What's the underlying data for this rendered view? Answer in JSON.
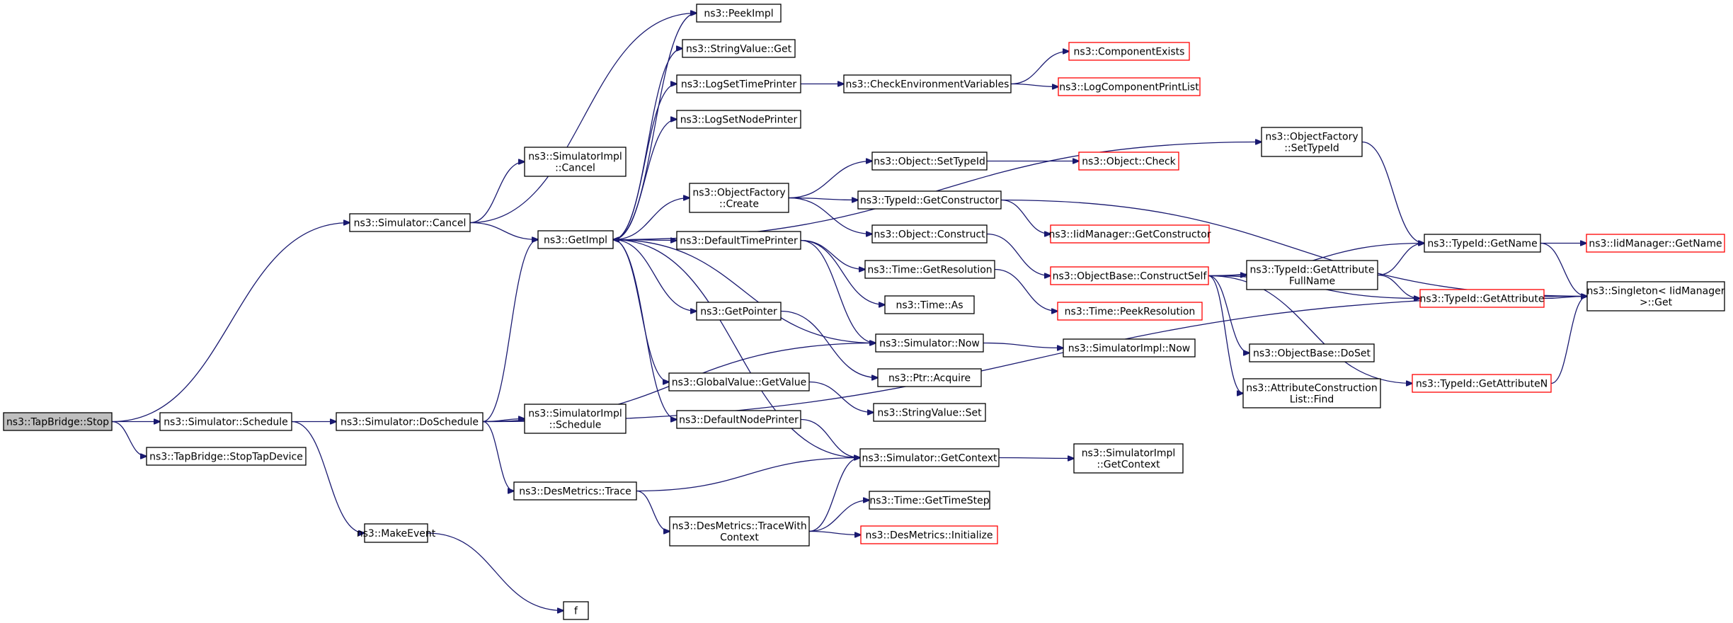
{
  "diagram": {
    "type": "call-graph",
    "edge_color": "#191970",
    "truncated_border_color": "#ff0000",
    "root_fill": "#bfbfbf",
    "nodes": [
      {
        "id": "stop",
        "lines": [
          "ns3::TapBridge::Stop"
        ],
        "style": "root"
      },
      {
        "id": "schedule",
        "lines": [
          "ns3::Simulator::Schedule"
        ],
        "style": "normal"
      },
      {
        "id": "stoptap",
        "lines": [
          "ns3::TapBridge::StopTapDevice"
        ],
        "style": "normal"
      },
      {
        "id": "cancel",
        "lines": [
          "ns3::Simulator::Cancel"
        ],
        "style": "normal"
      },
      {
        "id": "doschedule",
        "lines": [
          "ns3::Simulator::DoSchedule"
        ],
        "style": "normal"
      },
      {
        "id": "makeevent",
        "lines": [
          "ns3::MakeEvent"
        ],
        "style": "normal"
      },
      {
        "id": "f",
        "lines": [
          "f"
        ],
        "style": "normal"
      },
      {
        "id": "simimplcancel",
        "lines": [
          "ns3::SimulatorImpl",
          "::Cancel"
        ],
        "style": "normal"
      },
      {
        "id": "getimpl",
        "lines": [
          "ns3::GetImpl"
        ],
        "style": "normal"
      },
      {
        "id": "simimplschedule",
        "lines": [
          "ns3::SimulatorImpl",
          "::Schedule"
        ],
        "style": "normal"
      },
      {
        "id": "desmetricstrace",
        "lines": [
          "ns3::DesMetrics::Trace"
        ],
        "style": "normal"
      },
      {
        "id": "peekimpl",
        "lines": [
          "ns3::PeekImpl"
        ],
        "style": "normal"
      },
      {
        "id": "stringvalueget",
        "lines": [
          "ns3::StringValue::Get"
        ],
        "style": "normal"
      },
      {
        "id": "logsettime",
        "lines": [
          "ns3::LogSetTimePrinter"
        ],
        "style": "normal"
      },
      {
        "id": "logsetnode",
        "lines": [
          "ns3::LogSetNodePrinter"
        ],
        "style": "normal"
      },
      {
        "id": "objfactcreate",
        "lines": [
          "ns3::ObjectFactory",
          "::Create"
        ],
        "style": "normal"
      },
      {
        "id": "deftimeprinter",
        "lines": [
          "ns3::DefaultTimePrinter"
        ],
        "style": "normal"
      },
      {
        "id": "getpointer",
        "lines": [
          "ns3::GetPointer"
        ],
        "style": "normal"
      },
      {
        "id": "globalvalue",
        "lines": [
          "ns3::GlobalValue::GetValue"
        ],
        "style": "normal"
      },
      {
        "id": "defnodeprinter",
        "lines": [
          "ns3::DefaultNodePrinter"
        ],
        "style": "normal"
      },
      {
        "id": "tracewithcontext",
        "lines": [
          "ns3::DesMetrics::TraceWith",
          "Context"
        ],
        "style": "normal"
      },
      {
        "id": "checkenv",
        "lines": [
          "ns3::CheckEnvironmentVariables"
        ],
        "style": "normal"
      },
      {
        "id": "compexists",
        "lines": [
          "ns3::ComponentExists"
        ],
        "style": "truncated"
      },
      {
        "id": "logcomplist",
        "lines": [
          "ns3::LogComponentPrintList"
        ],
        "style": "truncated"
      },
      {
        "id": "objsettypeid",
        "lines": [
          "ns3::Object::SetTypeId"
        ],
        "style": "normal"
      },
      {
        "id": "objcheck",
        "lines": [
          "ns3::Object::Check"
        ],
        "style": "truncated"
      },
      {
        "id": "typeidgetctor",
        "lines": [
          "ns3::TypeId::GetConstructor"
        ],
        "style": "normal"
      },
      {
        "id": "iidmgrgetctor",
        "lines": [
          "ns3::IidManager::GetConstructor"
        ],
        "style": "truncated"
      },
      {
        "id": "objconstruct",
        "lines": [
          "ns3::Object::Construct"
        ],
        "style": "normal"
      },
      {
        "id": "timegetres",
        "lines": [
          "ns3::Time::GetResolution"
        ],
        "style": "normal"
      },
      {
        "id": "timeas",
        "lines": [
          "ns3::Time::As"
        ],
        "style": "normal"
      },
      {
        "id": "simnow",
        "lines": [
          "ns3::Simulator::Now"
        ],
        "style": "normal"
      },
      {
        "id": "ptracquire",
        "lines": [
          "ns3::Ptr::Acquire"
        ],
        "style": "normal"
      },
      {
        "id": "stringvalueset",
        "lines": [
          "ns3::StringValue::Set"
        ],
        "style": "normal"
      },
      {
        "id": "simgetcontext",
        "lines": [
          "ns3::Simulator::GetContext"
        ],
        "style": "normal"
      },
      {
        "id": "timegetstep",
        "lines": [
          "ns3::Time::GetTimeStep"
        ],
        "style": "normal"
      },
      {
        "id": "desinit",
        "lines": [
          "ns3::DesMetrics::Initialize"
        ],
        "style": "truncated"
      },
      {
        "id": "objfactsettypeid",
        "lines": [
          "ns3::ObjectFactory",
          "::SetTypeId"
        ],
        "style": "normal"
      },
      {
        "id": "objbaseconstruct",
        "lines": [
          "ns3::ObjectBase::ConstructSelf"
        ],
        "style": "truncated"
      },
      {
        "id": "timepeekres",
        "lines": [
          "ns3::Time::PeekResolution"
        ],
        "style": "truncated"
      },
      {
        "id": "simimplnow",
        "lines": [
          "ns3::SimulatorImpl::Now"
        ],
        "style": "normal"
      },
      {
        "id": "simimplgetctx",
        "lines": [
          "ns3::SimulatorImpl",
          "::GetContext"
        ],
        "style": "normal"
      },
      {
        "id": "typeidgetname",
        "lines": [
          "ns3::TypeId::GetName"
        ],
        "style": "normal"
      },
      {
        "id": "typeidgetattrfull",
        "lines": [
          "ns3::TypeId::GetAttribute",
          "FullName"
        ],
        "style": "normal"
      },
      {
        "id": "typeidgetattr",
        "lines": [
          "ns3::TypeId::GetAttribute"
        ],
        "style": "truncated"
      },
      {
        "id": "objbasedoset",
        "lines": [
          "ns3::ObjectBase::DoSet"
        ],
        "style": "normal"
      },
      {
        "id": "attrconstrfind",
        "lines": [
          "ns3::AttributeConstruction",
          "List::Find"
        ],
        "style": "normal"
      },
      {
        "id": "typeidgetattrn",
        "lines": [
          "ns3::TypeId::GetAttributeN"
        ],
        "style": "truncated"
      },
      {
        "id": "iidmgrgetname",
        "lines": [
          "ns3::IidManager::GetName"
        ],
        "style": "truncated"
      },
      {
        "id": "singletonget",
        "lines": [
          "ns3::Singleton< IidManager",
          " >::Get"
        ],
        "style": "normal"
      }
    ],
    "edges": [
      [
        "stop",
        "cancel"
      ],
      [
        "stop",
        "schedule"
      ],
      [
        "stop",
        "stoptap"
      ],
      [
        "schedule",
        "doschedule"
      ],
      [
        "schedule",
        "makeevent"
      ],
      [
        "makeevent",
        "f"
      ],
      [
        "cancel",
        "simimplcancel"
      ],
      [
        "cancel",
        "getimpl"
      ],
      [
        "cancel",
        "peekimpl"
      ],
      [
        "doschedule",
        "getimpl"
      ],
      [
        "doschedule",
        "simimplschedule"
      ],
      [
        "doschedule",
        "desmetricstrace"
      ],
      [
        "doschedule",
        "simnow"
      ],
      [
        "doschedule",
        "singletonget"
      ],
      [
        "desmetricstrace",
        "simgetcontext"
      ],
      [
        "desmetricstrace",
        "tracewithcontext"
      ],
      [
        "tracewithcontext",
        "simgetcontext"
      ],
      [
        "tracewithcontext",
        "timegetstep"
      ],
      [
        "tracewithcontext",
        "desinit"
      ],
      [
        "getimpl",
        "peekimpl"
      ],
      [
        "getimpl",
        "stringvalueget"
      ],
      [
        "getimpl",
        "logsettime"
      ],
      [
        "getimpl",
        "logsetnode"
      ],
      [
        "getimpl",
        "objfactsettypeid"
      ],
      [
        "getimpl",
        "objfactcreate"
      ],
      [
        "getimpl",
        "deftimeprinter"
      ],
      [
        "getimpl",
        "getpointer"
      ],
      [
        "getimpl",
        "globalvalue"
      ],
      [
        "getimpl",
        "defnodeprinter"
      ],
      [
        "simnow",
        "getimpl"
      ],
      [
        "simgetcontext",
        "getimpl"
      ],
      [
        "logsettime",
        "checkenv"
      ],
      [
        "checkenv",
        "compexists"
      ],
      [
        "checkenv",
        "logcomplist"
      ],
      [
        "objfactcreate",
        "objsettypeid"
      ],
      [
        "objfactcreate",
        "typeidgetctor"
      ],
      [
        "objfactcreate",
        "objconstruct"
      ],
      [
        "objsettypeid",
        "objcheck"
      ],
      [
        "typeidgetctor",
        "iidmgrgetctor"
      ],
      [
        "typeidgetctor",
        "singletonget"
      ],
      [
        "objconstruct",
        "objbaseconstruct"
      ],
      [
        "deftimeprinter",
        "timegetres"
      ],
      [
        "deftimeprinter",
        "timeas"
      ],
      [
        "deftimeprinter",
        "simnow"
      ],
      [
        "timegetres",
        "timepeekres"
      ],
      [
        "getpointer",
        "ptracquire"
      ],
      [
        "globalvalue",
        "stringvalueset"
      ],
      [
        "defnodeprinter",
        "simgetcontext"
      ],
      [
        "simnow",
        "simimplnow"
      ],
      [
        "simgetcontext",
        "simimplgetctx"
      ],
      [
        "objfactsettypeid",
        "typeidgetname"
      ],
      [
        "objbaseconstruct",
        "typeidgetname"
      ],
      [
        "objbaseconstruct",
        "typeidgetattrfull"
      ],
      [
        "objbaseconstruct",
        "typeidgetattr"
      ],
      [
        "objbaseconstruct",
        "objbasedoset"
      ],
      [
        "objbaseconstruct",
        "attrconstrfind"
      ],
      [
        "objbaseconstruct",
        "typeidgetattrn"
      ],
      [
        "typeidgetattrfull",
        "typeidgetname"
      ],
      [
        "typeidgetattrfull",
        "typeidgetattr"
      ],
      [
        "typeidgetname",
        "iidmgrgetname"
      ],
      [
        "typeidgetname",
        "singletonget"
      ],
      [
        "typeidgetattr",
        "singletonget"
      ],
      [
        "typeidgetattrn",
        "singletonget"
      ]
    ]
  }
}
